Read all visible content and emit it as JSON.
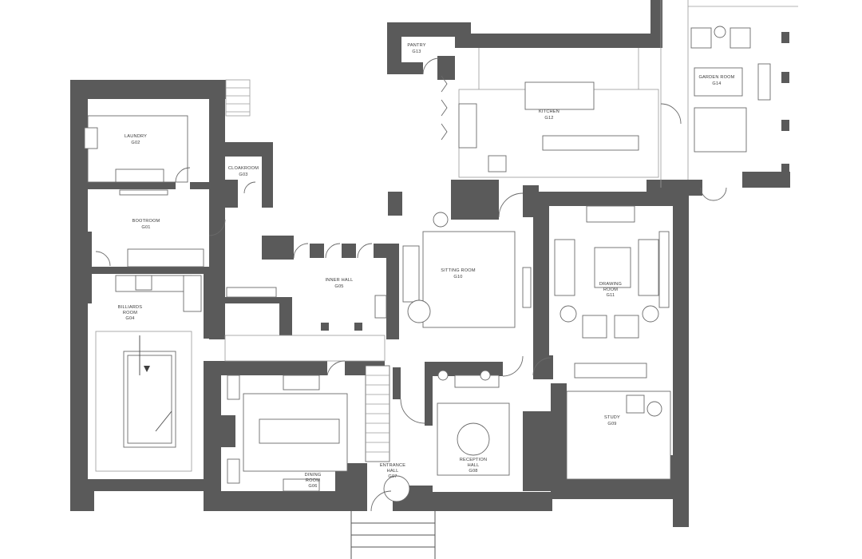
{
  "colors": {
    "wall": "#5a5a5a",
    "line": "#555555",
    "background": "#ffffff"
  },
  "rooms": [
    {
      "key": "laundry",
      "name": "LAUNDRY",
      "code": "G02"
    },
    {
      "key": "cloakroom",
      "name": "CLOAKROOM",
      "code": "G03"
    },
    {
      "key": "bootroom",
      "name": "BOOTROOM",
      "code": "G01"
    },
    {
      "key": "billiards",
      "name": "BILLIARDS ROOM",
      "line1": "BILLIARDS",
      "line2": "ROOM",
      "code": "G04"
    },
    {
      "key": "innerhall",
      "name": "INNER HALL",
      "code": "G05"
    },
    {
      "key": "dining",
      "line1": "DINING",
      "line2": "ROOM",
      "code": "G06"
    },
    {
      "key": "entrance",
      "line1": "ENTRANCE",
      "line2": "HALL",
      "code": "G07"
    },
    {
      "key": "reception",
      "line1": "RECEPTION",
      "line2": "HALL",
      "code": "G08"
    },
    {
      "key": "sitting",
      "name": "SITTING ROOM",
      "code": "G10"
    },
    {
      "key": "drawing",
      "line1": "DRAWING",
      "line2": "ROOM",
      "code": "G11"
    },
    {
      "key": "study",
      "name": "STUDY",
      "code": "G09"
    },
    {
      "key": "kitchen",
      "name": "KITCHEN",
      "code": "G12"
    },
    {
      "key": "pantry",
      "name": "PANTRY",
      "code": "G13"
    },
    {
      "key": "garden",
      "name": "GARDEN ROOM",
      "code": "G14"
    }
  ]
}
